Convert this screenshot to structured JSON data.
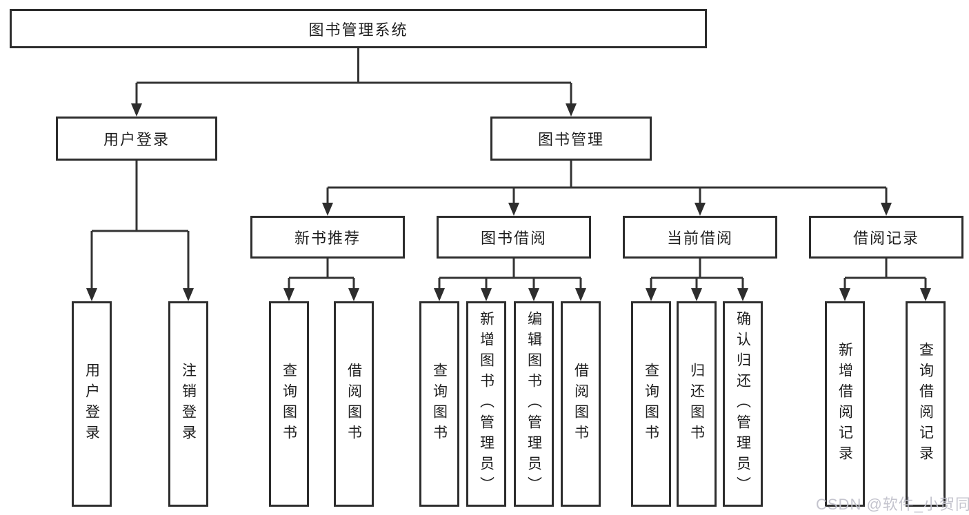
{
  "tree": {
    "label": "图书管理系统",
    "children": [
      {
        "label": "用户登录",
        "children": [
          {
            "label": "用户登录"
          },
          {
            "label": "注销登录"
          }
        ]
      },
      {
        "label": "图书管理",
        "children": [
          {
            "label": "新书推荐",
            "children": [
              {
                "label": "查询图书"
              },
              {
                "label": "借阅图书"
              }
            ]
          },
          {
            "label": "图书借阅",
            "children": [
              {
                "label": "查询图书"
              },
              {
                "label": "新增图书（管理员）"
              },
              {
                "label": "编辑图书（管理员）"
              },
              {
                "label": "借阅图书"
              }
            ]
          },
          {
            "label": "当前借阅",
            "children": [
              {
                "label": "查询图书"
              },
              {
                "label": "归还图书"
              },
              {
                "label": "确认归还（管理员）"
              }
            ]
          },
          {
            "label": "借阅记录",
            "children": [
              {
                "label": "新增借阅记录"
              },
              {
                "label": "查询借阅记录"
              }
            ]
          }
        ]
      }
    ]
  },
  "watermark": {
    "text": "CSDN @软件_小贺同学"
  },
  "colors": {
    "line": "#333333",
    "box_border": "#2d2d2d",
    "text": "#1e1e1e",
    "background": "#ffffff",
    "watermark": "#c1c1cb"
  }
}
